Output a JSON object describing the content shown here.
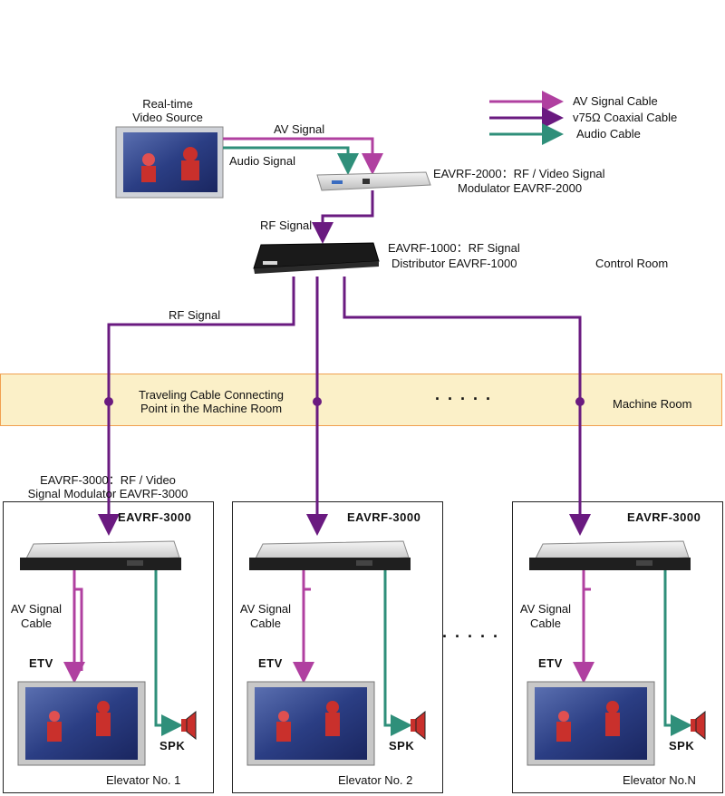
{
  "legend": {
    "av": "AV Signal Cable",
    "coax": "v75Ω Coaxial Cable",
    "audio": "Audio Cable",
    "colors": {
      "av": "#b040a0",
      "coax": "#6a1a80",
      "audio": "#2f8f7a"
    }
  },
  "source": {
    "label_line1": "Real-time",
    "label_line2": "Video Source"
  },
  "signals": {
    "av": "AV Signal",
    "audio": "Audio Signal",
    "rf_top": "RF Signal",
    "rf_left": "RF Signal"
  },
  "modulator": {
    "line1": "EAVRF-2000：RF / Video Signal",
    "line2": "Modulator EAVRF-2000"
  },
  "distributor": {
    "line1": "EAVRF-1000：RF Signal",
    "line2": "Distributor EAVRF-1000"
  },
  "rooms": {
    "control": "Control Room",
    "machine": "Machine Room"
  },
  "traveling": {
    "line1": "Traveling Cable Connecting",
    "line2": "Point in the Machine Room"
  },
  "dots": ". . . . .",
  "dots2": ". . . . .",
  "elevator_modulator": {
    "line1": "EAVRF-3000：RF / Video",
    "line2": "Signal Modulator EAVRF-3000"
  },
  "elevators": [
    {
      "model": "EAVRF-3000",
      "av_line1": "AV Signal",
      "av_line2": "Cable",
      "etv": "ETV",
      "spk": "SPK",
      "name": "Elevator No. 1"
    },
    {
      "model": "EAVRF-3000",
      "av_line1": "AV Signal",
      "av_line2": "Cable",
      "etv": "ETV",
      "spk": "SPK",
      "name": "Elevator No. 2"
    },
    {
      "model": "EAVRF-3000",
      "av_line1": "AV Signal",
      "av_line2": "Cable",
      "etv": "ETV",
      "spk": "SPK",
      "name": "Elevator No.N"
    }
  ]
}
